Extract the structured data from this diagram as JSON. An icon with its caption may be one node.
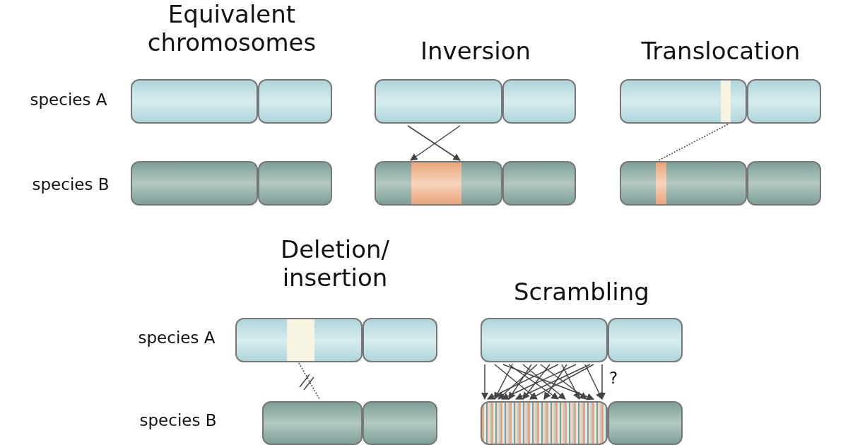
{
  "diagram": {
    "nodes": [
      {
        "text": [],
        "shape": "bar"
      },
      {
        "text": [],
        "shape": "bar"
      },
      {
        "text": [],
        "shape": "bar"
      },
      {
        "text": [],
        "shape": "bar"
      },
      {
        "text": [],
        "shape": "bar"
      },
      {
        "text": [],
        "shape": "bar",
        "in": 4
      },
      {
        "text": [],
        "shape": "bar"
      },
      {
        "text": [],
        "shape": "bar"
      },
      {
        "text": [],
        "shape": "bar"
      },
      {
        "text": [],
        "shape": "bar"
      },
      {
        "text": [],
        "shape": "bar",
        "in": 9
      },
      {
        "text": [],
        "shape": "bar"
      },
      {
        "text": [],
        "shape": "bar"
      },
      {
        "text": [],
        "shape": "bar",
        "in": 12
      },
      {
        "text": [],
        "shape": "bar"
      },
      {
        "text": [],
        "shape": "bar"
      },
      {
        "text": [],
        "shape": "bar",
        "in": 15
      },
      {
        "text": [],
        "shape": "bar"
      },
      {
        "text": [],
        "shape": "bar"
      },
      {
        "text": [],
        "shape": "bar"
      },
      {
        "text": [],
        "shape": "bar"
      },
      {
        "text": [],
        "shape": "bar"
      },
      {
        "text": [],
        "shape": "bar"
      },
      {
        "text": [],
        "shape": "bar"
      }
    ],
    "edges": [
      {
        "from": 2,
        "to": 10,
        "arrow": "to"
      },
      {
        "from": 2,
        "to": 10,
        "arrow": "to"
      },
      {
        "from": 5,
        "to": 13,
        "arrow": "none",
        "style": "dashed"
      },
      {
        "from": 16,
        "to": 20,
        "arrow": "none",
        "style": "dashed"
      },
      {
        "from": 18,
        "to": 22,
        "arrow": "to"
      },
      {
        "from": 18,
        "to": 22,
        "arrow": "to"
      },
      {
        "from": 18,
        "to": 22,
        "arrow": "to"
      },
      {
        "from": 18,
        "to": 22,
        "arrow": "to"
      },
      {
        "from": 18,
        "to": 22,
        "arrow": "to"
      },
      {
        "from": 18,
        "to": 22,
        "arrow": "to"
      },
      {
        "from": 18,
        "to": 22,
        "arrow": "to"
      },
      {
        "from": 18,
        "to": 22,
        "arrow": "to"
      },
      {
        "from": 18,
        "to": 22,
        "arrow": "to"
      },
      {
        "from": 18,
        "to": 22,
        "arrow": "to"
      },
      {
        "from": 18,
        "to": 22,
        "arrow": "to"
      },
      {
        "from": 18,
        "to": 22,
        "arrow": "to"
      },
      {
        "from": 18,
        "to": 22,
        "arrow": "to"
      },
      {
        "from": 18,
        "to": 22,
        "arrow": "to"
      },
      {
        "from": 18,
        "to": 22,
        "arrow": "to"
      },
      {
        "from": 18,
        "to": 22,
        "arrow": "to"
      },
      {
        "from": 18,
        "to": 22,
        "arrow": "to"
      },
      {
        "from": 18,
        "to": 22,
        "arrow": "to"
      }
    ],
    "labels": [
      "Equivalent chromosomes",
      "Inversion",
      "Translocation",
      "species A",
      "species B",
      "Deletion/ insertion",
      "Scrambling",
      "species A",
      "?",
      "species B"
    ]
  }
}
